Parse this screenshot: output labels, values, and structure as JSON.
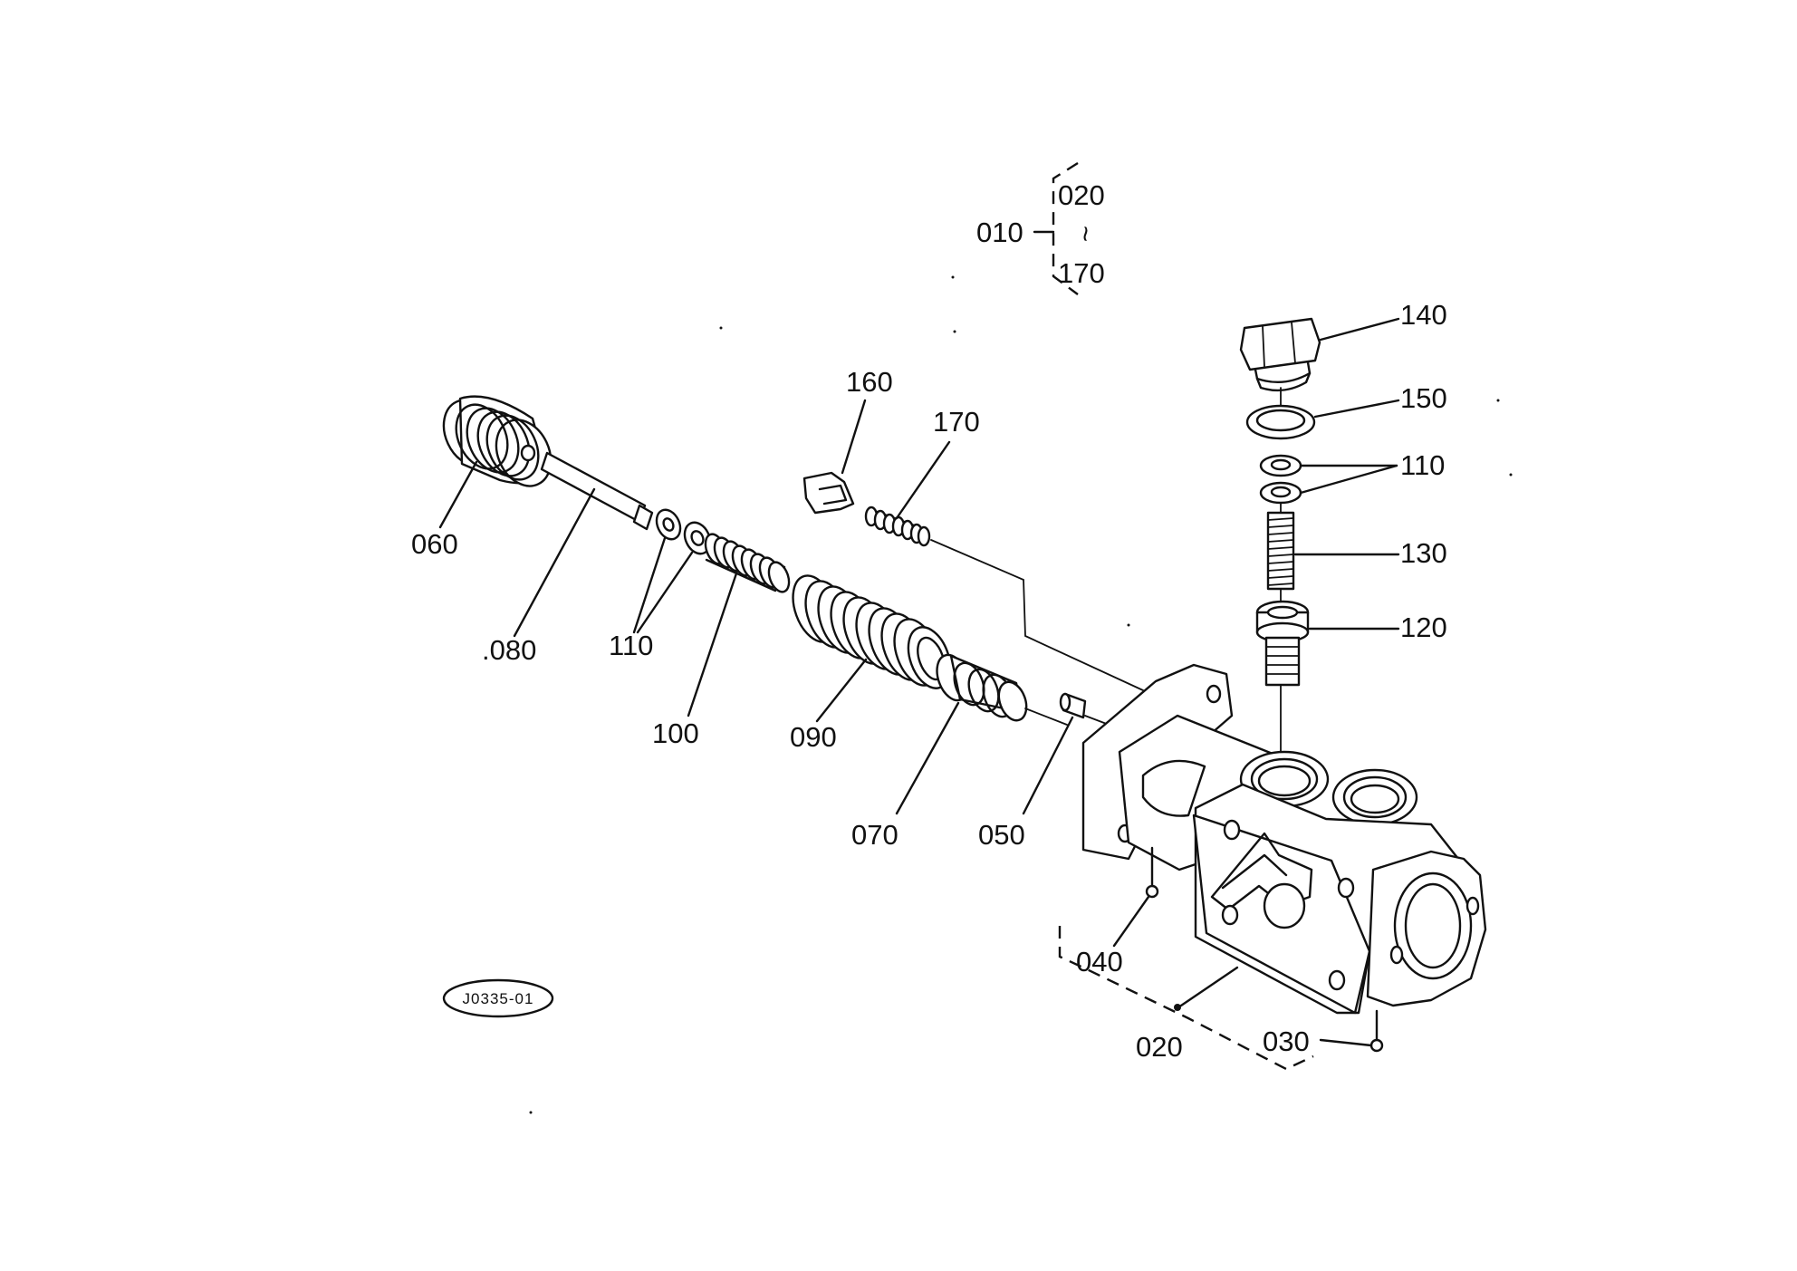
{
  "labels": {
    "assembly": "010",
    "range_start": "020",
    "range_tilde": "~",
    "range_end": "170",
    "p140": "140",
    "p150": "150",
    "p110_right": "110",
    "p130": "130",
    "p120": "120",
    "p160": "160",
    "p170": "170",
    "p060": "060",
    "p080": ".080",
    "p110_left": "110",
    "p100": "100",
    "p090": "090",
    "p070": "070",
    "p050": "050",
    "p040": "040",
    "p020": "020",
    "p030": "030",
    "drawing_code": "J0335-01"
  },
  "colors": {
    "ink": "#111111",
    "paper": "#ffffff"
  }
}
